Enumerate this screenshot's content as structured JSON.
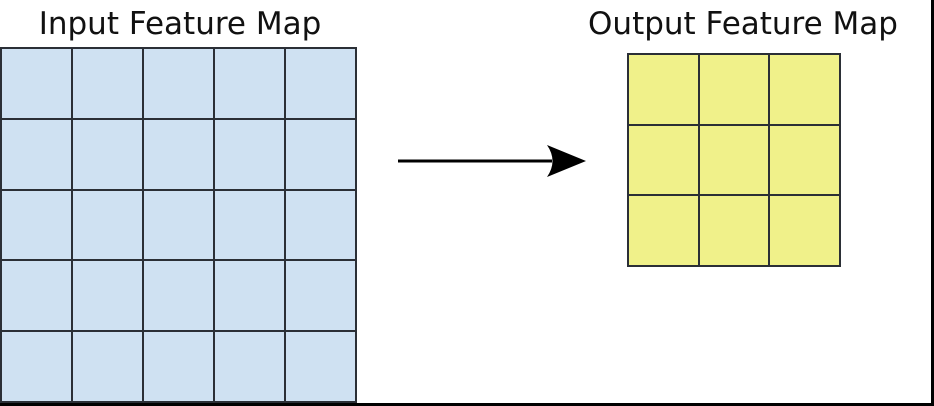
{
  "diagram": {
    "frame": {
      "border_color": "#000000"
    },
    "input_map": {
      "title": "Input Feature Map",
      "rows": 5,
      "cols": 5,
      "cell_color": "#cfe1f2",
      "border_color": "#2b2f36"
    },
    "output_map": {
      "title": "Output Feature Map",
      "rows": 3,
      "cols": 3,
      "cell_color": "#f0f18a",
      "border_color": "#2b2f36"
    },
    "arrow": {
      "label": "input-to-output-transform",
      "color": "#000000"
    }
  }
}
